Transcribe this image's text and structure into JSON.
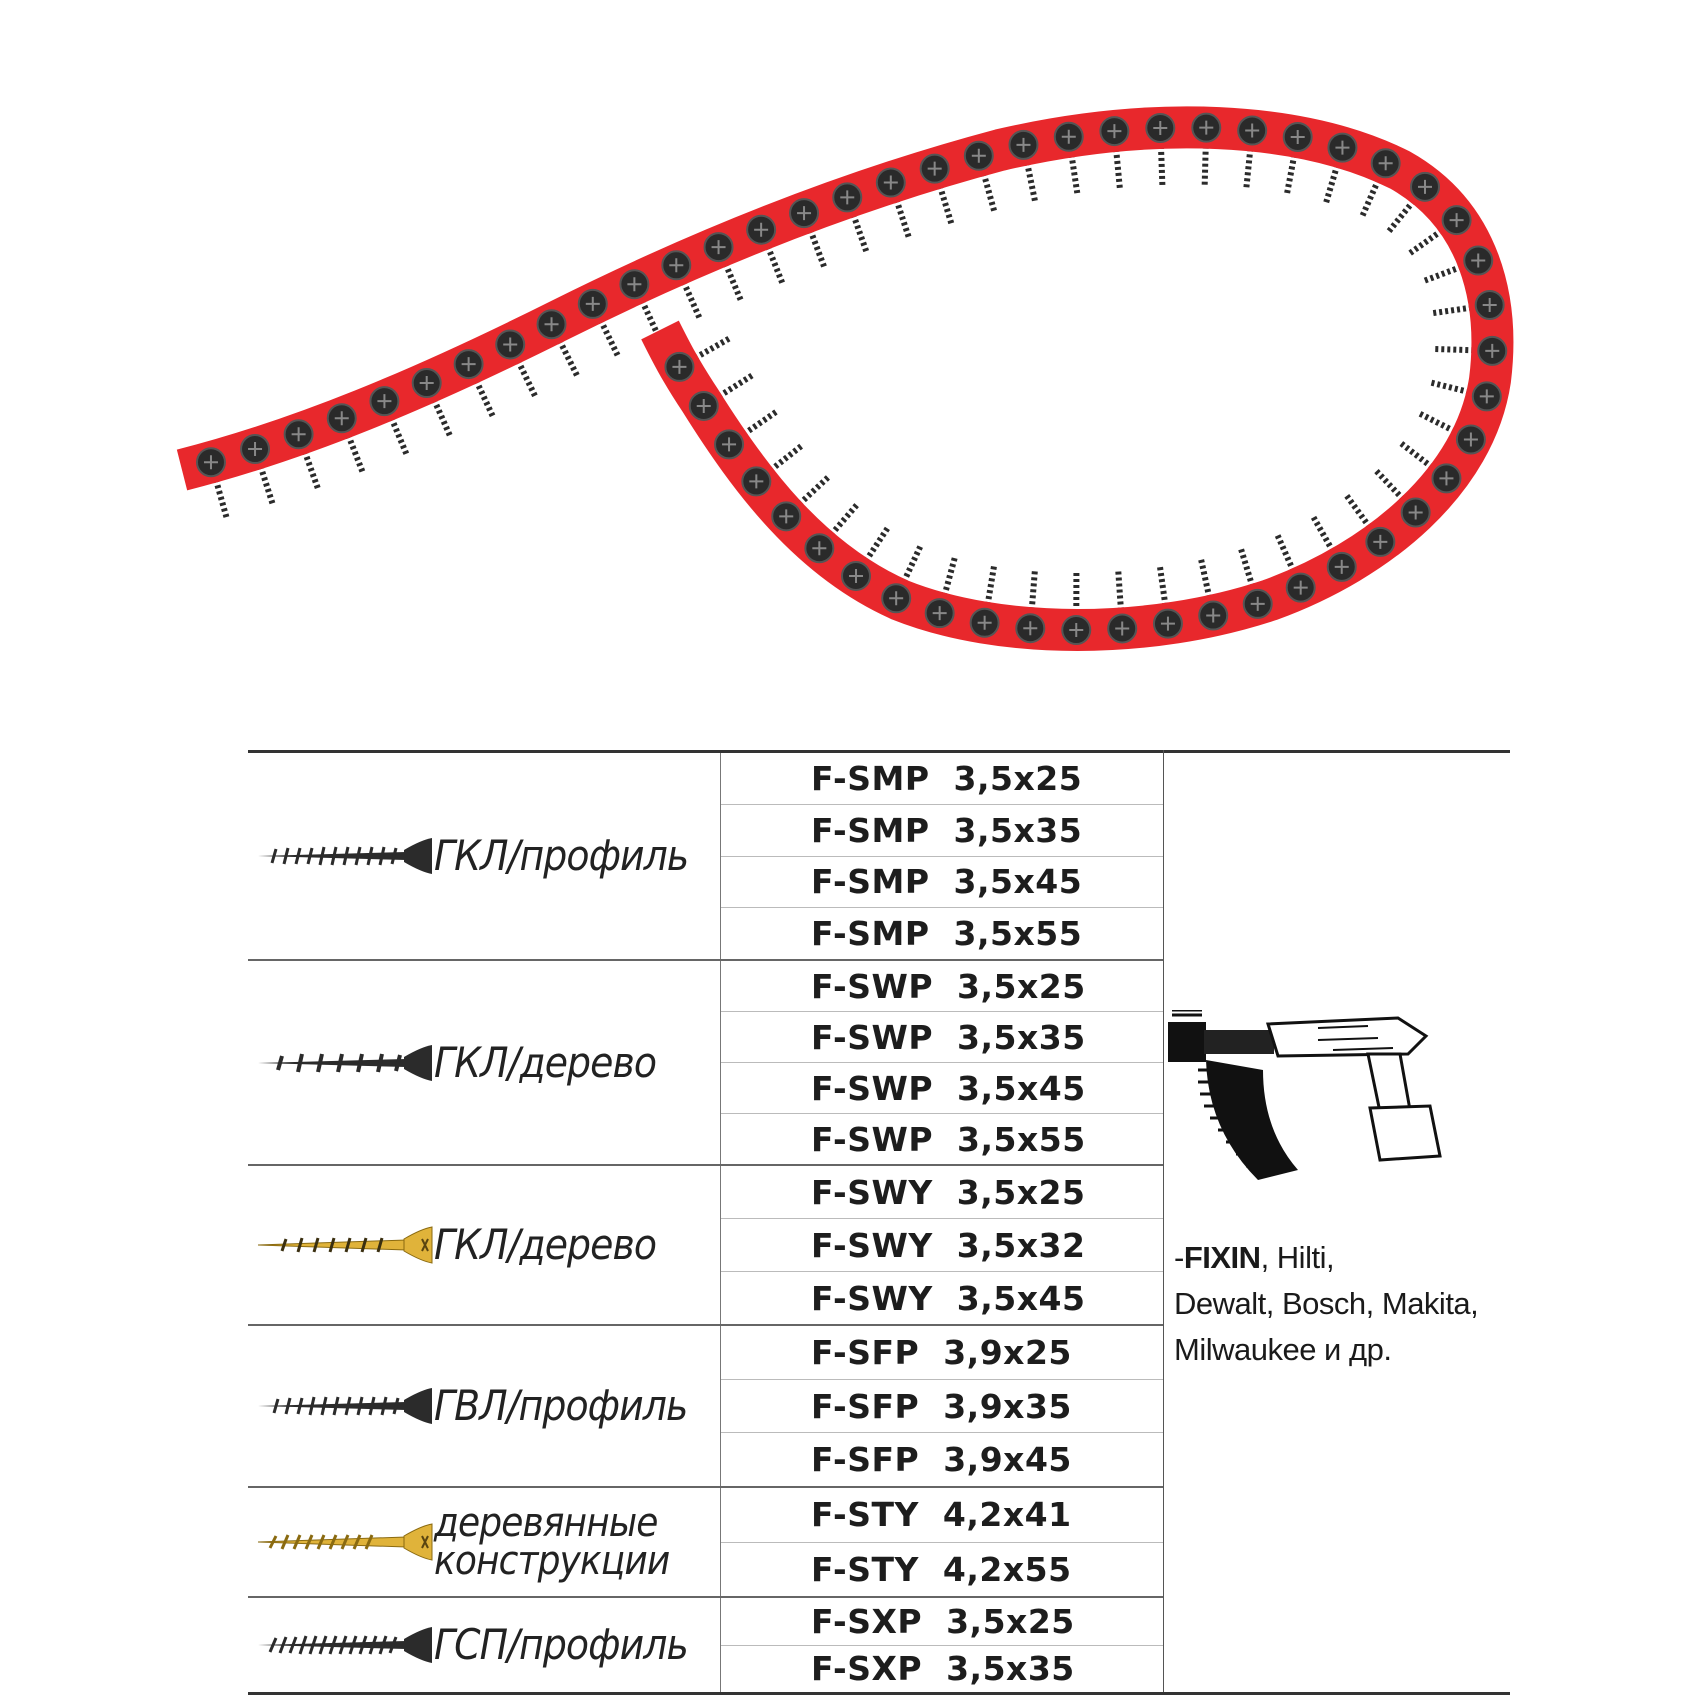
{
  "colors": {
    "strip_red": "#e8282c",
    "screw_black": "#2b2b2b",
    "screw_yellow": "#e0b33a"
  },
  "groups": [
    {
      "icon": "black-drywall-screw-icon",
      "label": "ГКЛ/профиль",
      "codes": [
        "F-SMP  3,5x25",
        "F-SMP  3,5x35",
        "F-SMP  3,5x45",
        "F-SMP  3,5x55"
      ]
    },
    {
      "icon": "black-wood-screw-icon",
      "label": "ГКЛ/дерево",
      "codes": [
        "F-SWP  3,5x25",
        "F-SWP  3,5x35",
        "F-SWP  3,5x45",
        "F-SWP  3,5x55"
      ]
    },
    {
      "icon": "yellow-wood-screw-icon",
      "label": "ГКЛ/дерево",
      "codes": [
        "F-SWY  3,5x25",
        "F-SWY  3,5x32",
        "F-SWY  3,5x45"
      ]
    },
    {
      "icon": "black-fine-screw-icon",
      "label": "ГВЛ/профиль",
      "codes": [
        "F-SFP  3,9x25",
        "F-SFP  3,9x35",
        "F-SFP  3,9x45"
      ]
    },
    {
      "icon": "yellow-construction-screw-icon",
      "label_line1": "деревянные",
      "label_line2": "конструкции",
      "codes": [
        "F-STY  4,2x41",
        "F-STY  4,2x55"
      ]
    },
    {
      "icon": "black-gsp-screw-icon",
      "label": "ГСП/профиль",
      "codes": [
        "F-SXP  3,5x25",
        "F-SXP  3,5x35"
      ]
    }
  ],
  "compatibility": {
    "brand_prefix": "-",
    "brand": "FIXIN",
    "line1_rest": ", Hilti,",
    "line2": "Dewalt, Bosch, Makita,",
    "line3": "Milwaukee и др."
  }
}
